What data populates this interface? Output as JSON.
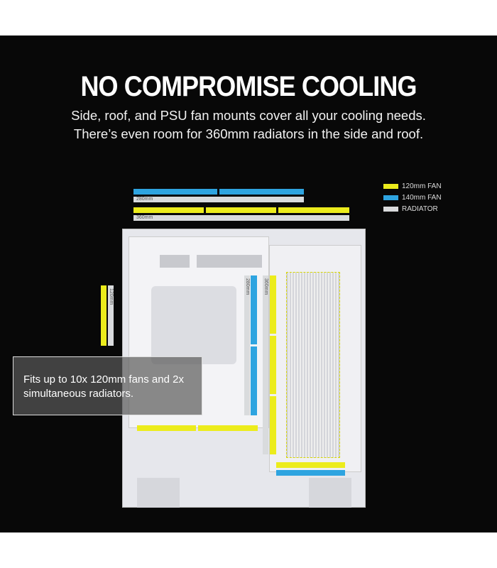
{
  "title": "NO COMPROMISE COOLING",
  "subtitle_lines": [
    "Side, roof, and PSU fan mounts cover all your cooling needs.",
    "There’s even room for 360mm radiators in the side and roof."
  ],
  "legend": [
    {
      "label": "120mm FAN",
      "color": "#ecec1c"
    },
    {
      "label": "140mm FAN",
      "color": "#2ea4e0"
    },
    {
      "label": "RADIATOR",
      "color": "#d9dbdd"
    }
  ],
  "radiators": {
    "top_280": "280mm",
    "top_360": "360mm",
    "side_120": "120mm",
    "inner_280": "280mm",
    "inner_360": "360mm"
  },
  "callout": "Fits up to 10x 120mm fans and 2x simultaneous radiators."
}
